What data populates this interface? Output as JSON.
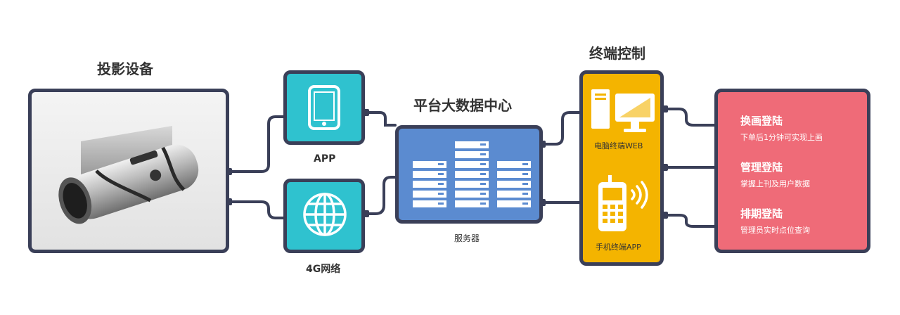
{
  "projector": {
    "title": "投影设备"
  },
  "app": {
    "label": "APP"
  },
  "network": {
    "label": "4G网络"
  },
  "server": {
    "title": "平台大数据中心",
    "label": "服务器"
  },
  "terminal": {
    "title": "终端控制",
    "web_label": "电脑终端WEB",
    "app_label": "手机终端APP"
  },
  "functions": [
    {
      "title": "换画登陆",
      "desc": "下单后1分钟可实现上画"
    },
    {
      "title": "管理登陆",
      "desc": "掌握上刊及用户数据"
    },
    {
      "title": "排期登陆",
      "desc": "管理员实时点位查询"
    }
  ],
  "colors": {
    "teal": "#2fc2cf",
    "blue": "#5b8bd0",
    "yellow": "#f4b400",
    "pink": "#ef6b78",
    "border": "#3a3f58"
  }
}
